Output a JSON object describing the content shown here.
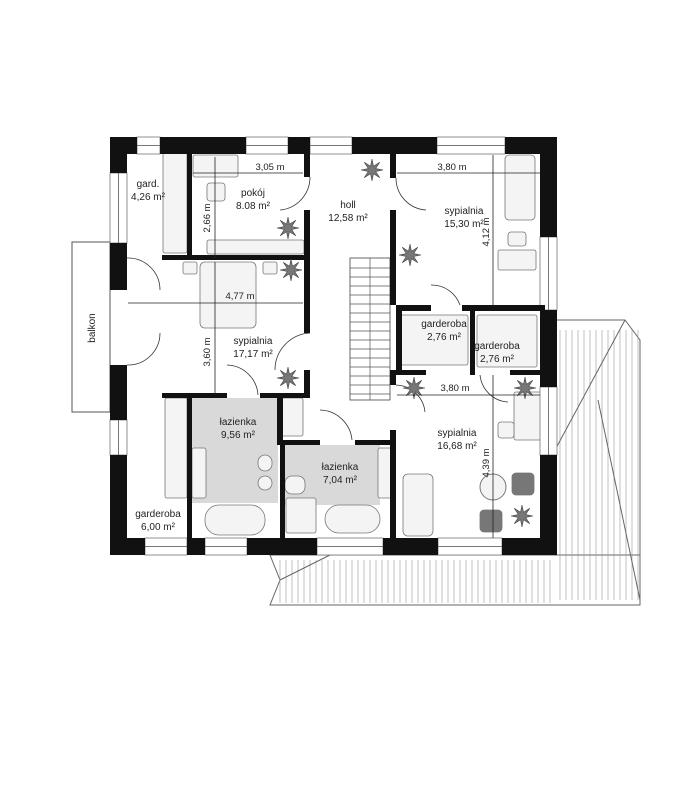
{
  "plan": {
    "rooms": [
      {
        "name": "gard.",
        "area": "4,26 m²"
      },
      {
        "name": "pokój",
        "area": "8.08 m²"
      },
      {
        "name": "holl",
        "area": "12,58 m²"
      },
      {
        "name": "sypialnia",
        "area": "15,30 m²"
      },
      {
        "name": "sypialnia",
        "area": "17,17 m²"
      },
      {
        "name": "garderoba",
        "area": "2,76 m²"
      },
      {
        "name": "garderoba",
        "area": "2,76 m²"
      },
      {
        "name": "łazienka",
        "area": "9,56 m²"
      },
      {
        "name": "łazienka",
        "area": "7,04 m²"
      },
      {
        "name": "sypialnia",
        "area": "16,68 m²"
      },
      {
        "name": "garderoba",
        "area": "6,00 m²"
      }
    ],
    "balcony_label": "balkon",
    "dimensions": [
      "3,05 m",
      "2,66 m",
      "4,77 m",
      "3,60 m",
      "3,80 m",
      "4,12 m",
      "3,80 m",
      "4,39 m"
    ]
  }
}
